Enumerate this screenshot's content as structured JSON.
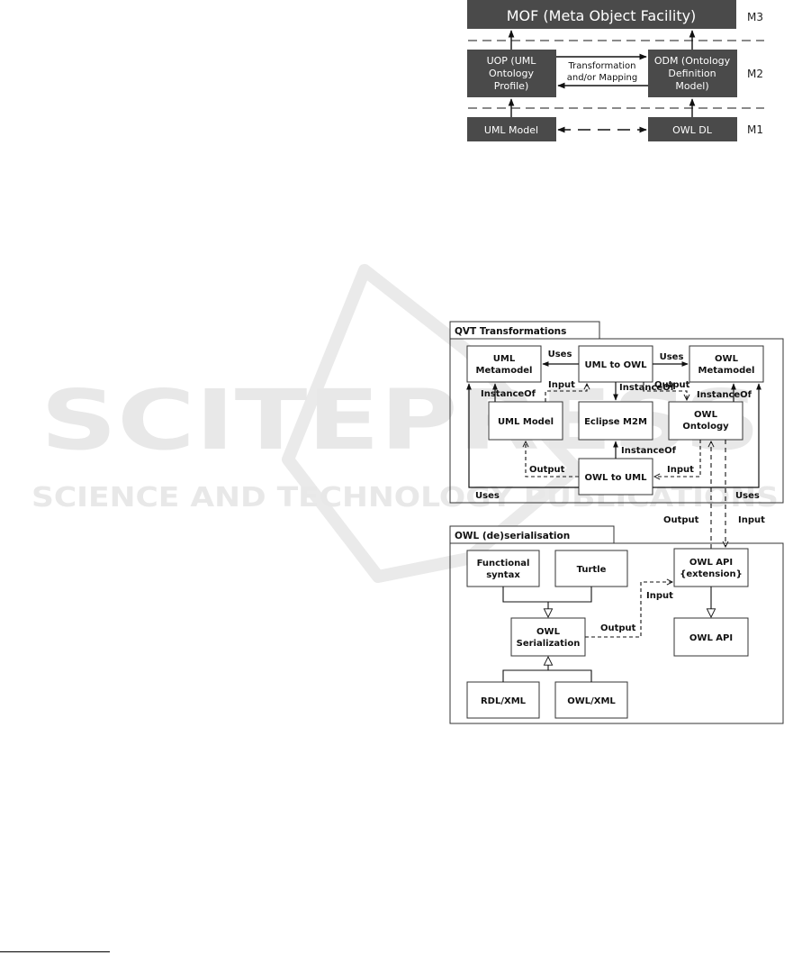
{
  "watermark": {
    "line1": "SCITEPRESS",
    "line2": "SCIENCE AND TECHNOLOGY PUBLICATIONS"
  },
  "fig1": {
    "mof": "MOF (Meta Object Facility)",
    "uop": [
      "UOP (UML",
      "Ontology",
      "Profile)"
    ],
    "odm": [
      "ODM (Ontology",
      "Definition",
      "Model)"
    ],
    "transformation": [
      "Transformation",
      "and/or Mapping"
    ],
    "uml_model": "UML Model",
    "owl_dl": "OWL DL",
    "levels": {
      "m3": "M3",
      "m2": "M2",
      "m1": "M1"
    }
  },
  "fig2": {
    "qvt_title": "QVT Transformations",
    "uml_metamodel": [
      "UML",
      "Metamodel"
    ],
    "uml_to_owl": "UML to OWL",
    "owl_metamodel": [
      "OWL",
      "Metamodel"
    ],
    "uml_model": "UML Model",
    "eclipse_m2m": "Eclipse M2M",
    "owl_ontology": [
      "OWL",
      "Ontology"
    ],
    "owl_to_uml": "OWL to UML",
    "labels": {
      "uses": "Uses",
      "input": "Input",
      "output": "Output",
      "instance_of": "InstanceOf"
    },
    "deser_title": "OWL (de)serialisation",
    "functional_syntax": [
      "Functional",
      "syntax"
    ],
    "turtle": "Turtle",
    "owl_api_ext": [
      "OWL API",
      "{extension}"
    ],
    "owl_serialization": [
      "OWL",
      "Serialization"
    ],
    "owl_api": "OWL API",
    "rdl_xml": "RDL/XML",
    "owl_xml": "OWL/XML"
  },
  "colors": {
    "dark_box": "#4a4a4a",
    "line": "#111111",
    "watermark": "#e6e6e6"
  }
}
